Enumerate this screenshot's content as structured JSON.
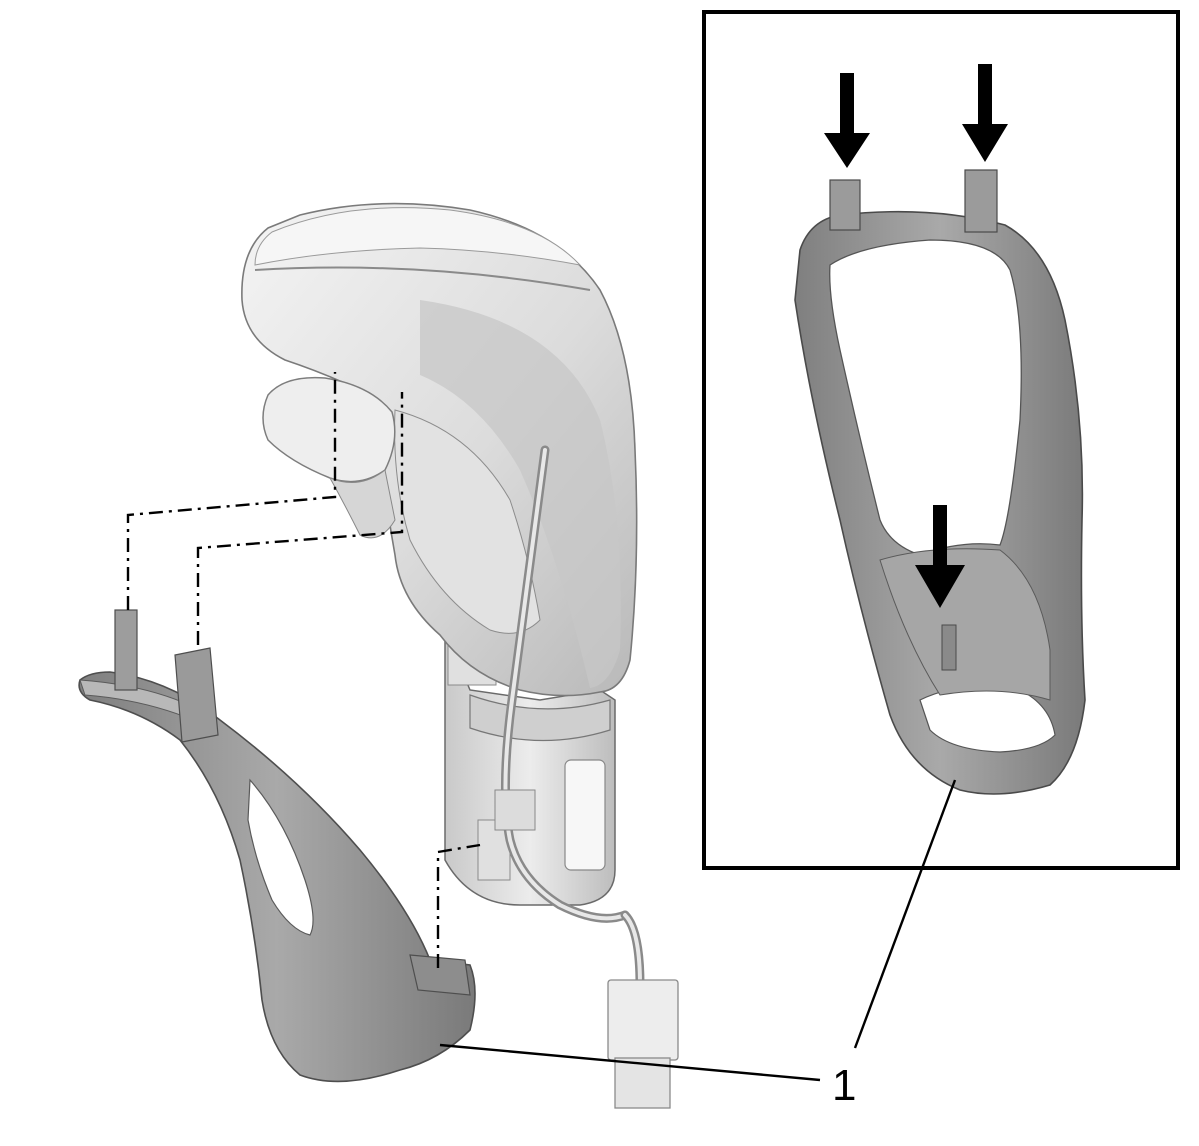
{
  "diagram": {
    "callouts": [
      {
        "id": "1",
        "label": "1",
        "target": "shift-knob-trim-bezel"
      }
    ],
    "parts": [
      {
        "name": "shift-knob"
      },
      {
        "name": "shift-knob-trim-bezel"
      },
      {
        "name": "wiring-harness-connector"
      }
    ],
    "detail_view": {
      "subject": "shift-knob-trim-bezel",
      "arrow_count": 3,
      "arrow_meaning": "retaining-clip-release-points"
    },
    "colors": {
      "line": "#000000",
      "part_fill": "#d4d4d4",
      "part_shadow": "#8e8e8e",
      "part_highlight": "#f2f2f2",
      "background": "#ffffff"
    }
  }
}
